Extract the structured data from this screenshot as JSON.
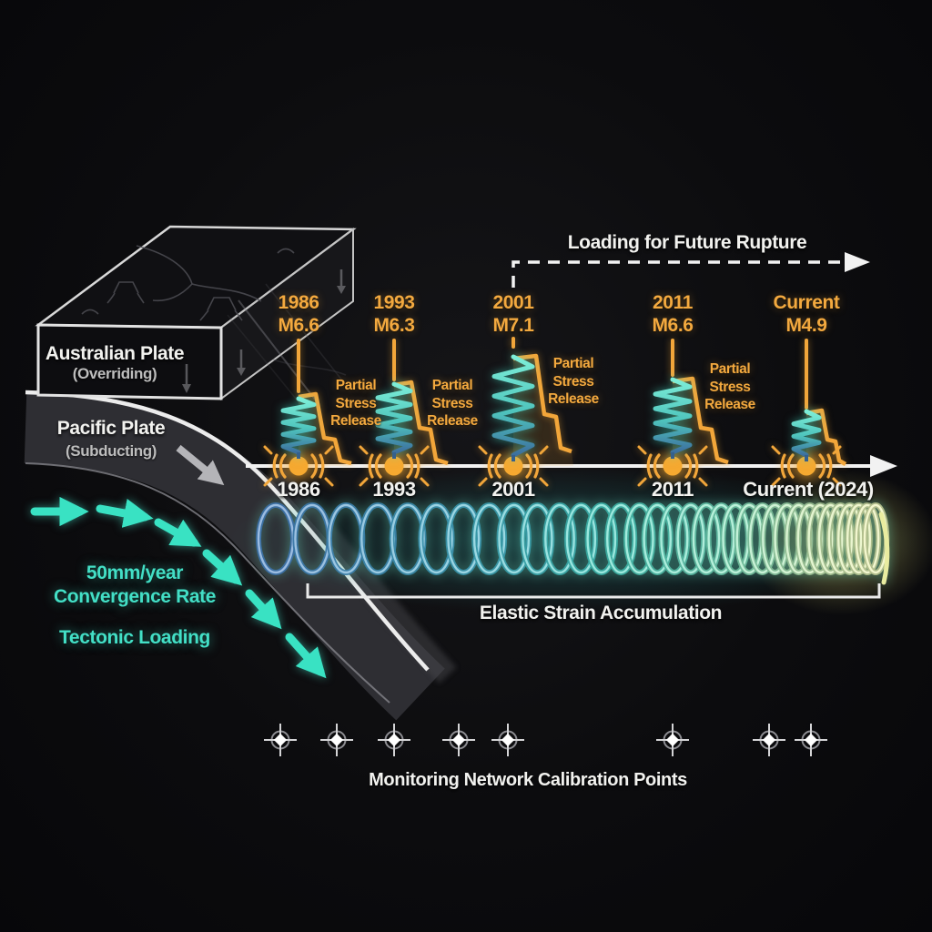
{
  "plates": {
    "overriding": {
      "name": "Australian Plate",
      "role": "(Overriding)"
    },
    "subducting": {
      "name": "Pacific Plate",
      "role": "(Subducting)"
    }
  },
  "loading_label": "Loading for Future Rupture",
  "timeline": {
    "events": [
      {
        "year": "1986",
        "magnitude": "M6.6",
        "axis_label": "1986",
        "stress_label": "Partial Stress Release"
      },
      {
        "year": "1993",
        "magnitude": "M6.3",
        "axis_label": "1993",
        "stress_label": "Partial Stress Release"
      },
      {
        "year": "2001",
        "magnitude": "M7.1",
        "axis_label": "2001",
        "stress_label": "Partial Stress Release"
      },
      {
        "year": "2011",
        "magnitude": "M6.6",
        "axis_label": "2011",
        "stress_label": "Partial Stress Release"
      },
      {
        "year": "Current",
        "magnitude": "M4.9",
        "axis_label": "Current (2024)",
        "stress_label": ""
      }
    ]
  },
  "strain_label": "Elastic Strain Accumulation",
  "convergence": {
    "line1": "50mm/year",
    "line2": "Convergence Rate",
    "tectonic": "Tectonic Loading"
  },
  "monitoring_label": "Monitoring Network Calibration Points",
  "icons": {
    "epicenter": "seismic-burst-icon",
    "calibration": "crosshair-target-icon",
    "spring": "coil-spring-icon"
  },
  "colors": {
    "accent_orange": "#f3a93f",
    "teal_text": "#43dfc6",
    "spring_teal": "#7deed8",
    "spring_blue": "#3c6f9e",
    "coil_blue": "#4a86c8",
    "coil_teal": "#46d6c2",
    "coil_yellow": "#eef0a6",
    "axis_white": "#f2f2f2"
  }
}
